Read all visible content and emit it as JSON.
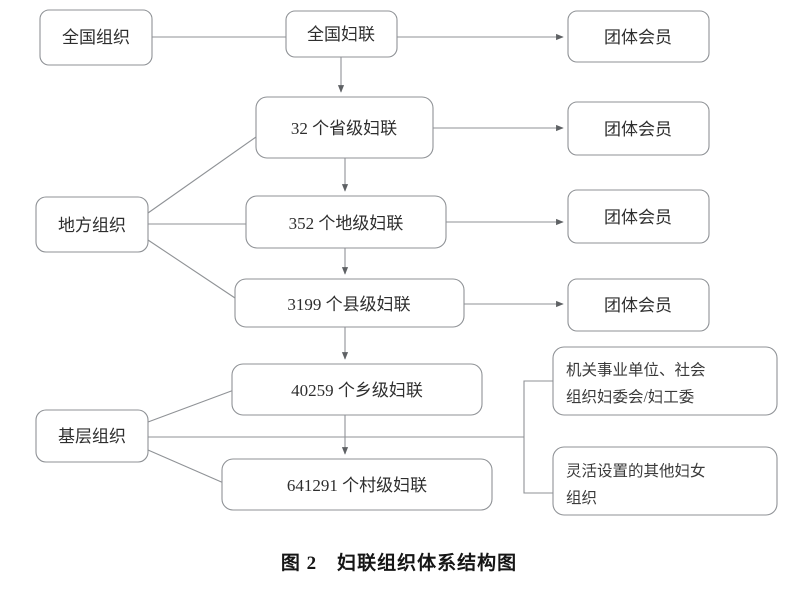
{
  "figure": {
    "caption_number": "图 2",
    "caption_title": "妇联组织体系结构图",
    "caption_full": "图 2　妇联组织体系结构图"
  },
  "colors": {
    "box_stroke": "#8f9296",
    "box_fill": "#ffffff",
    "line": "#8f9296",
    "text": "#2b2b2b",
    "background": "#ffffff"
  },
  "groups": {
    "national": "全国组织",
    "local": "地方组织",
    "grassroots": "基层组织"
  },
  "levels": {
    "national_federation": "全国妇联",
    "provincial": "32 个省级妇联",
    "prefecture": "352 个地级妇联",
    "county": "3199 个县级妇联",
    "township": "40259 个乡级妇联",
    "village": "641291 个村级妇联"
  },
  "members": {
    "group_member_1": "团体会员",
    "group_member_2": "团体会员",
    "group_member_3": "团体会员",
    "group_member_4": "团体会员"
  },
  "grassroots_units": {
    "unit_1_line_1": "机关事业单位、社会",
    "unit_1_line_2": "组织妇委会/妇工委",
    "unit_2_line_1": "灵活设置的其他妇女",
    "unit_2_line_2": "组织"
  },
  "counts": {
    "provincial": 32,
    "prefecture": 352,
    "county": 3199,
    "township": 40259,
    "village": 641291
  }
}
